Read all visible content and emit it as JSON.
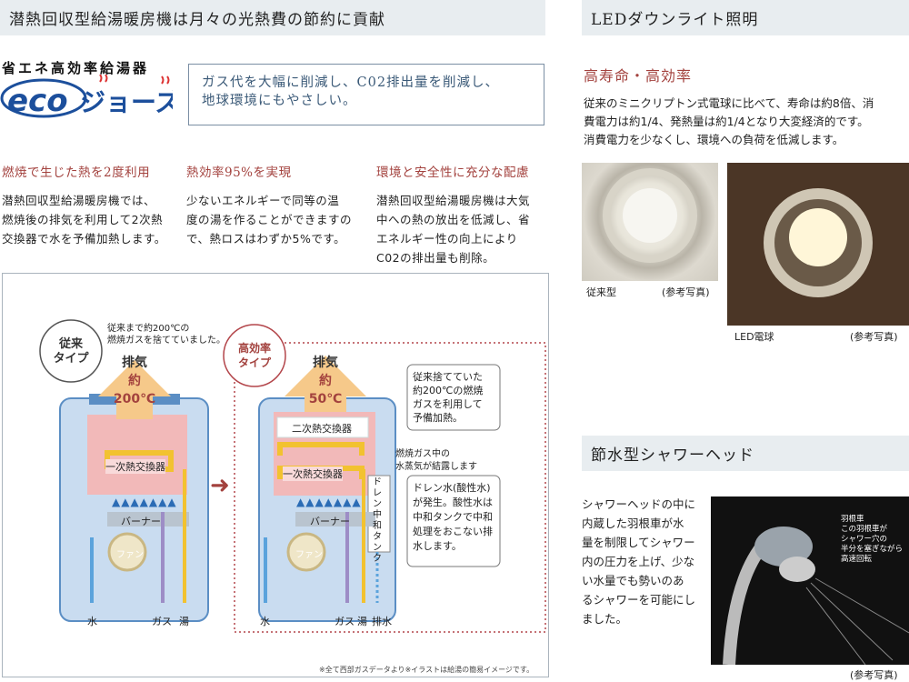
{
  "left_header": "潜熱回収型給湯暖房機は月々の光熱費の節約に貢献",
  "logo": {
    "line1": "省エネ高効率給湯器",
    "mark": "ecoジョーズ"
  },
  "callout": [
    "ガス代を大幅に削減し、C02排出量を削減し、",
    "地球環境にもやさしい。"
  ],
  "features": [
    {
      "title": "燃焼で生じた熱を2度利用",
      "lines": [
        "潜熱回収型給湯暖房機では、",
        "燃焼後の排気を利用して2次熱",
        "交換器で水を予備加熱します。"
      ]
    },
    {
      "title": "熱効率95%を実現",
      "lines": [
        "少ないエネルギーで同等の温",
        "度の湯を作ることができますの",
        "で、熱ロスはわずか5%です。"
      ]
    },
    {
      "title": "環境と安全性に充分な配慮",
      "lines": [
        "潜熱回収型給湯暖房機は大気",
        "中への熱の放出を低減し、省",
        "エネルギー性の向上により",
        "C02の排出量も削除。"
      ]
    }
  ],
  "diagram": {
    "conventional_note": [
      "従来まで約200℃の",
      "燃焼ガスを捨てていました。"
    ],
    "conventional_type": [
      "従来",
      "タイプ"
    ],
    "exhaust1": [
      "排気",
      "約200℃"
    ],
    "primary_hx": "一次熱交換器",
    "burner": "バーナー",
    "fan": "ファン",
    "pipes1": [
      "水",
      "ガス",
      "湯"
    ],
    "high_type": [
      "高効率",
      "タイプ"
    ],
    "exhaust2": [
      "排気",
      "約50℃"
    ],
    "secondary_hx": "二次熱交換器",
    "primary_hx2": "一次熱交換器",
    "burner2": "バーナー",
    "fan2": "ファン",
    "drain_tank": "ドレン中和タンク",
    "pipes2": [
      "水",
      "ガス",
      "湯",
      "排水"
    ],
    "note1": [
      "従来捨てていた",
      "約200℃の燃焼",
      "ガスを利用して",
      "予備加熱。"
    ],
    "note_mid": [
      "燃焼ガス中の",
      "水蒸気が結露します"
    ],
    "note2": [
      "ドレン水(酸性水)",
      "が発生。酸性水は",
      "中和タンクで中和",
      "処理をおこない排",
      "水します。"
    ],
    "footnote": "※全て西部ガスデータより※イラストは給湯の簡易イメージです。",
    "arrow": "➜"
  },
  "led": {
    "header": "LEDダウンライト照明",
    "subtitle": "高寿命・高効率",
    "lines": [
      "従来のミニクリプトン式電球に比べて、寿命は約8倍、消",
      "費電力は約1/4、発熱量は約1/4となり大変経済的です。",
      "消費電力を少なくし、環境への負荷を低減します。"
    ],
    "cap1": "従来型",
    "ref1": "(参考写真)",
    "cap2": "LED電球",
    "ref2": "(参考写真)"
  },
  "shower": {
    "header": "節水型シャワーヘッド",
    "lines": [
      "シャワーヘッドの中に",
      "内蔵した羽根車が水",
      "量を制限してシャワー",
      "内の圧力を上げ、少な",
      "い水量でも勢いのあ",
      "るシャワーを可能にし",
      "ました。"
    ],
    "note": [
      "羽根車",
      "この羽根車が",
      "シャワー穴の",
      "半分を塞ぎながら",
      "高速回転"
    ],
    "ref": "(参考写真)"
  },
  "colors": {
    "band": "#e8edf0",
    "accent_red": "#a3423e",
    "navy": "#1c4f9c",
    "exhaust": "#f6c98a"
  }
}
